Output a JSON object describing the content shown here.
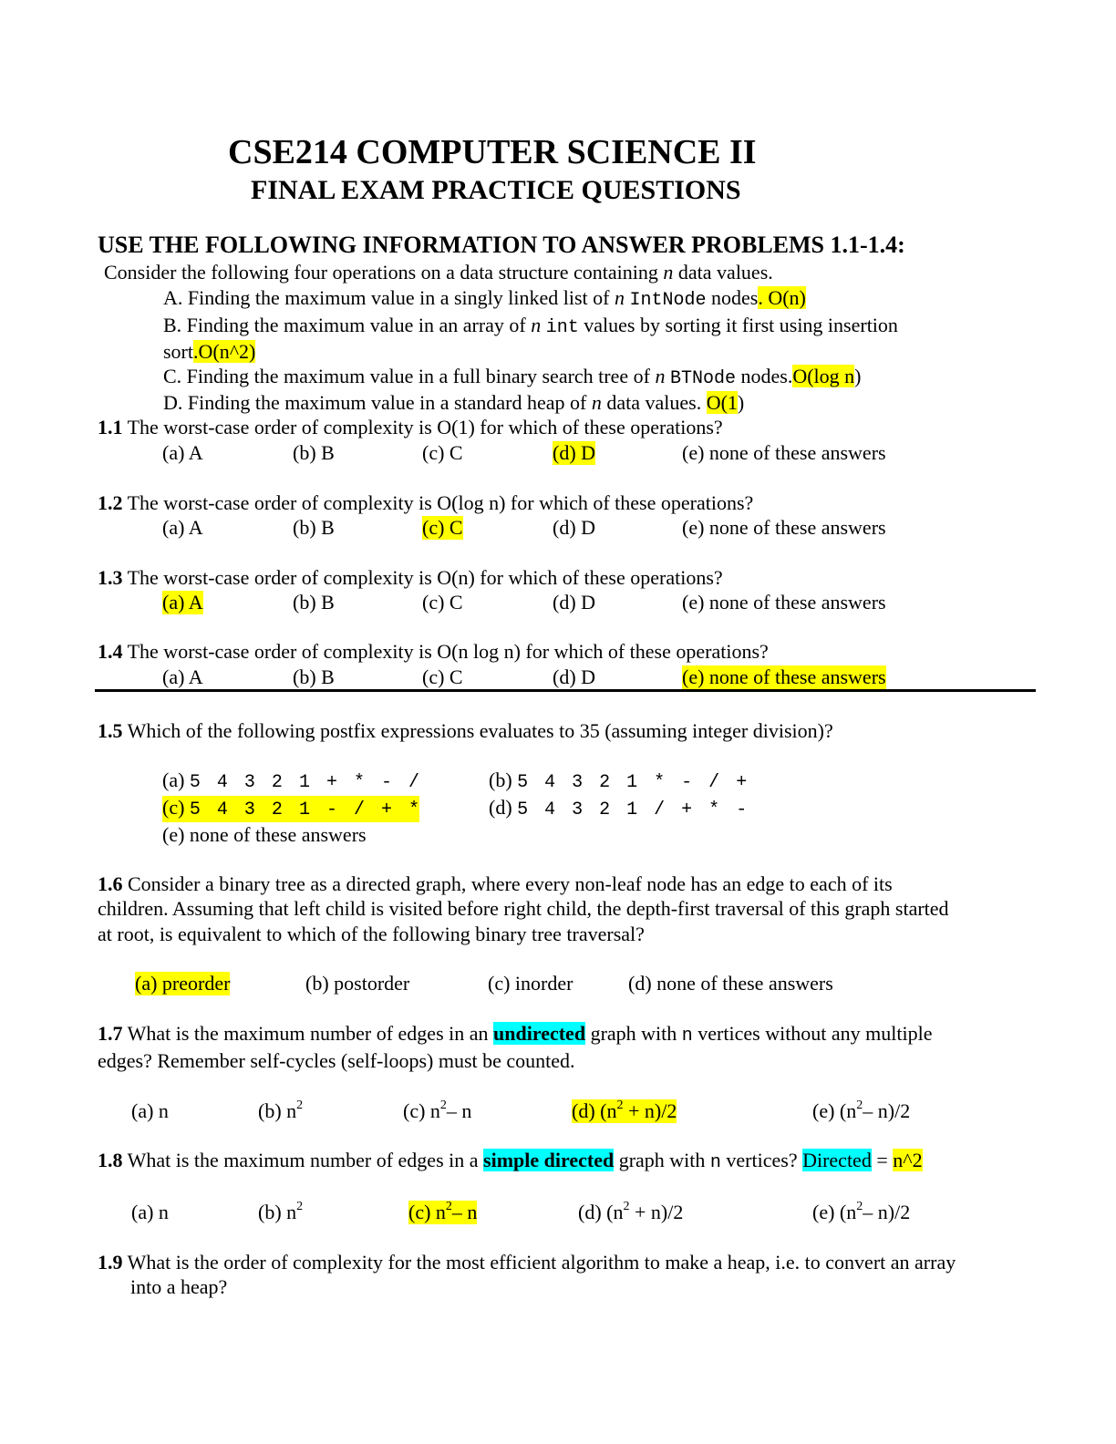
{
  "header": {
    "title": "CSE214 COMPUTER SCIENCE II",
    "subtitle": "FINAL EXAM PRACTICE QUESTIONS"
  },
  "info": {
    "heading": "USE THE FOLLOWING INFORMATION TO ANSWER PROBLEMS 1.1-1.4:",
    "intro_a": "Consider the following four operations on a data structure containing ",
    "intro_n": "n",
    "intro_b": " data values.",
    "opA_a": "A. Finding the maximum value in a singly linked list of ",
    "opA_n": "n",
    "opA_code": "IntNode",
    "opA_b": " nodes",
    "opA_ans": ". O(n)",
    "opB_a": "B. Finding the maximum value in an array of ",
    "opB_n": "n",
    "opB_code": "int",
    "opB_b": " values by sorting it first using insertion",
    "opB_c": "sort",
    "opB_ans": ".O(n^2)",
    "opC_a": "C. Finding the maximum value in a full binary search tree of ",
    "opC_n": "n",
    "opC_code": "BTNode",
    "opC_b": " nodes.",
    "opC_ans": "O(log n",
    "opC_end": ")",
    "opD_a": "D. Finding the maximum value in a standard heap of ",
    "opD_n": "n",
    "opD_b": " data values. ",
    "opD_ans": "O(1",
    "opD_end": ")"
  },
  "questions": {
    "q1_1": {
      "num": "1.1",
      "text": " The worst-case order of complexity is O(1) for which of these operations?",
      "a": "(a)  A",
      "b": "(b) B",
      "c": "(c) C",
      "d": "(d) D",
      "e": "(e) none of these answers"
    },
    "q1_2": {
      "num": "1.2",
      "text": " The worst-case order of complexity is O(log n) for which of these operations?",
      "a": "(a)  A",
      "b": "(b) B",
      "c": "(c) C",
      "d": "(d) D",
      "e": "(e) none of these answers"
    },
    "q1_3": {
      "num": "1.3",
      "text": " The worst-case order of complexity is O(n) for which of these operations?",
      "a": "(a)  A",
      "b": "(b) B",
      "c": "(c) C",
      "d": "(d) D",
      "e": "(e) none of these answers"
    },
    "q1_4": {
      "num": "1.4",
      "text": " The worst-case order of complexity is O(n log n) for which of these operations?",
      "a": "(a)  A",
      "b": "(b) B",
      "c": "(c) C",
      "d": "(d) D",
      "e": "(e) none of these answers"
    },
    "q1_5": {
      "num": "1.5",
      "text": " Which of the following postfix expressions evaluates to 35 (assuming integer division)?",
      "a_label": "(a) ",
      "a_expr": "5 4 3 2 1 + * - /",
      "b_label": "(b) ",
      "b_expr": "5 4 3 2 1 * - / +",
      "c_label": "(c) ",
      "c_expr": "5 4 3 2 1 - / + *",
      "d_label": "(d) ",
      "d_expr": "5 4 3 2 1 / + * -",
      "e": "(e) none of these answers"
    },
    "q1_6": {
      "num": "1.6",
      "line1": " Consider a binary tree as a directed graph, where every non-leaf node has an edge to each of its",
      "line2": "children. Assuming that left child is visited before right child, the depth-first traversal of this graph started",
      "line3": "at root, is equivalent to which of the following binary tree traversal?",
      "a": "(a) preorder",
      "b": "(b) postorder",
      "c": "(c) inorder",
      "d": "(d) none of these answers"
    },
    "q1_7": {
      "num": "1.7",
      "text_a": " What is the maximum number of edges in an ",
      "text_hl": "undirected",
      "text_b": " graph with ",
      "text_code": "n",
      "text_c": " vertices without any multiple",
      "line2": "edges?  Remember self-cycles (self-loops) must be counted.",
      "a": "(a) n",
      "b_a": "(b) n",
      "b_sup": "2",
      "c_a": "(c) n",
      "c_sup": "2",
      "c_b": "–  n",
      "d_a": "(d) (n",
      "d_sup": "2",
      "d_b": " + n)/2",
      "e_a": "(e) (n",
      "e_sup": "2",
      "e_b": "–  n)/2"
    },
    "q1_8": {
      "num": "1.8",
      "text_a": " What is the maximum number of edges in a ",
      "text_hl": "simple directed",
      "text_b": " graph with ",
      "text_code": "n",
      "text_c": " vertices?  ",
      "note_a": "Directed",
      "note_eq": " = ",
      "note_b": "n^2",
      "a": "(a) n",
      "b_a": "(b) n",
      "b_sup": "2",
      "c_a": "(c) n",
      "c_sup": "2",
      "c_b": "–  n",
      "d_a": "(d) (n",
      "d_sup": "2",
      "d_b": " + n)/2",
      "e_a": "(e) (n",
      "e_sup": "2",
      "e_b": "–  n)/2"
    },
    "q1_9": {
      "num": "1.9",
      "line1": " What is the order of complexity for the most efficient algorithm to make a heap, i.e. to convert an array",
      "line2": "into a heap?"
    }
  },
  "colors": {
    "highlight_yellow": "#ffff00",
    "highlight_cyan": "#00ffff"
  }
}
